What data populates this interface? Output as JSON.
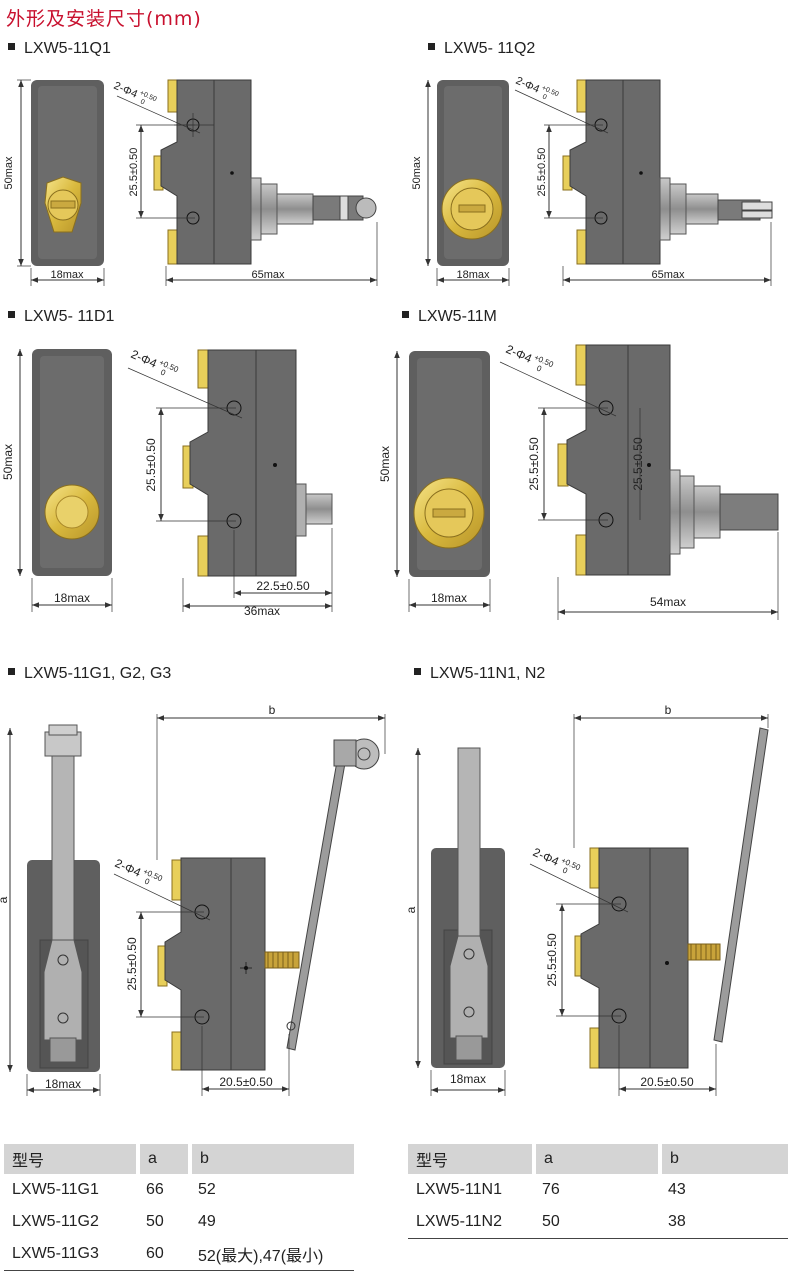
{
  "title": "外形及安装尺寸(mm)",
  "sections": [
    {
      "label": "LXW5-11Q1",
      "dims": {
        "height": "50max",
        "width": "18max",
        "length": "65max",
        "hole_spacing": "25.5±0.50",
        "hole": "2-Φ4",
        "hole_tol_upper": "+0.50",
        "hole_tol_lower": "0"
      }
    },
    {
      "label": "LXW5- 11Q2",
      "dims": {
        "height": "50max",
        "width": "18max",
        "length": "65max",
        "hole_spacing": "25.5±0.50",
        "hole": "2-Φ4",
        "hole_tol_upper": "+0.50",
        "hole_tol_lower": "0"
      }
    },
    {
      "label": "LXW5- 11D1",
      "dims": {
        "height": "50max",
        "width": "18max",
        "length": "36max",
        "offset": "22.5±0.50",
        "hole_spacing": "25.5±0.50",
        "hole": "2-Φ4",
        "hole_tol_upper": "+0.50",
        "hole_tol_lower": "0"
      }
    },
    {
      "label": "LXW5-11M",
      "dims": {
        "height": "50max",
        "width": "18max",
        "length": "54max",
        "hole_spacing": "25.5±0.50",
        "hole_spacing_2": "25.5±0.50",
        "hole": "2-Φ4",
        "hole_tol_upper": "+0.50",
        "hole_tol_lower": "0"
      }
    },
    {
      "label": "LXW5-11G1, G2, G3",
      "dims": {
        "a": "a",
        "b": "b",
        "width": "18max",
        "offset": "20.5±0.50",
        "hole_spacing": "25.5±0.50",
        "hole": "2-Φ4",
        "hole_tol_upper": "+0.50",
        "hole_tol_lower": "0"
      }
    },
    {
      "label": "LXW5-11N1, N2",
      "dims": {
        "a": "a",
        "b": "b",
        "width": "18max",
        "offset": "20.5±0.50",
        "hole_spacing": "25.5±0.50",
        "hole": "2-Φ4",
        "hole_tol_upper": "+0.50",
        "hole_tol_lower": "0"
      }
    }
  ],
  "table_g": {
    "headers": [
      "型号",
      "a",
      "b"
    ],
    "rows": [
      [
        "LXW5-11G1",
        "66",
        "52"
      ],
      [
        "LXW5-11G2",
        "50",
        "49"
      ],
      [
        "LXW5-11G3",
        "60",
        "52(最大),47(最小)"
      ]
    ]
  },
  "table_n": {
    "headers": [
      "型号",
      "a",
      "b"
    ],
    "rows": [
      [
        "LXW5-11N1",
        "76",
        "43"
      ],
      [
        "LXW5-11N2",
        "50",
        "38"
      ]
    ]
  },
  "colors": {
    "body": "#656565",
    "body_dark": "#4a4a4a",
    "brass": "#e8cf5a",
    "title": "#c8102e",
    "header_bg": "#d4d4d4",
    "metal": "#a9a9a9"
  }
}
